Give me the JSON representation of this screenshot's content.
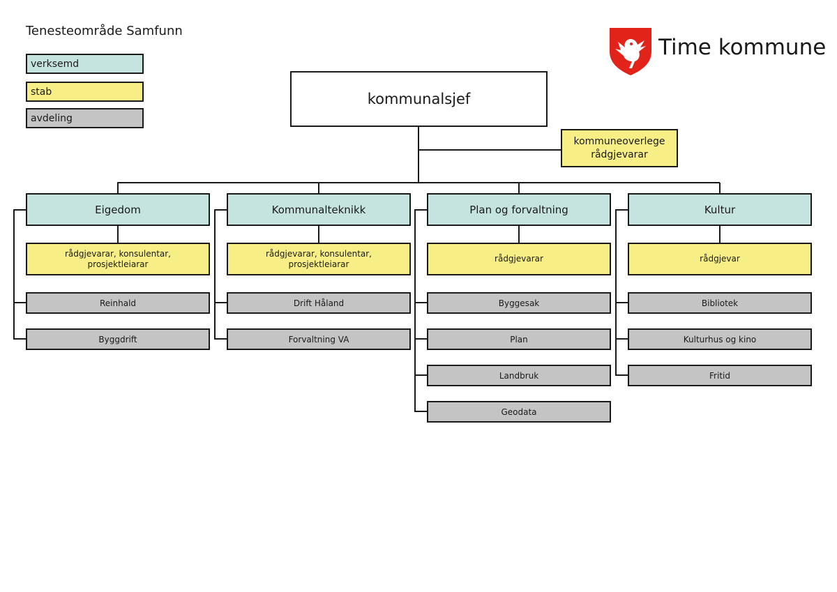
{
  "title": "Tenesteområde Samfunn",
  "legend": {
    "verksemd": "verksemd",
    "stab": "stab",
    "avdeling": "avdeling"
  },
  "colors": {
    "verksemd": "#c6e4df",
    "stab": "#f7ee86",
    "avdeling": "#c4c4c4",
    "logo_red": "#e2231a"
  },
  "logo": {
    "icon": "bird-shield-icon",
    "text": "Time kommune"
  },
  "top": {
    "label": "kommunalsjef"
  },
  "staff": {
    "line1": "kommuneoverlege",
    "line2": "rådgjevarar"
  },
  "columns": [
    {
      "name": "Eigedom",
      "stab": [
        "rådgjevarar, konsulentar,",
        "prosjektleiarar"
      ],
      "departments": [
        "Reinhald",
        "Byggdrift"
      ]
    },
    {
      "name": "Kommunalteknikk",
      "stab": [
        "rådgjevarar, konsulentar,",
        "prosjektleiarar"
      ],
      "departments": [
        "Drift Håland",
        "Forvaltning VA"
      ]
    },
    {
      "name": "Plan og forvaltning",
      "stab": [
        "rådgjevarar"
      ],
      "departments": [
        "Byggesak",
        "Plan",
        "Landbruk",
        "Geodata"
      ]
    },
    {
      "name": "Kultur",
      "stab": [
        "rådgjevar"
      ],
      "departments": [
        "Bibliotek",
        "Kulturhus og kino",
        "Fritid"
      ]
    }
  ]
}
